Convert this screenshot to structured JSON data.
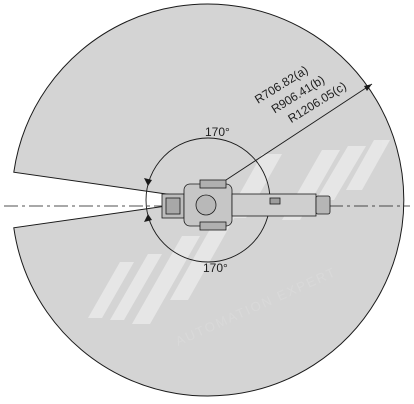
{
  "radius_labels": [
    "R706.82(a)",
    "R906.41(b)",
    "R1206.05(c)"
  ],
  "angle_labels": {
    "upper": "170°",
    "lower": "170°"
  },
  "watermark_text": "AUTOMATION EXPERT",
  "colors": {
    "work_area": "#d4d4d4",
    "outline": "#1a1a1a",
    "text": "#1e1e1e",
    "watermark": "#e2e2e2",
    "robot_body": "#bdbdbd"
  }
}
